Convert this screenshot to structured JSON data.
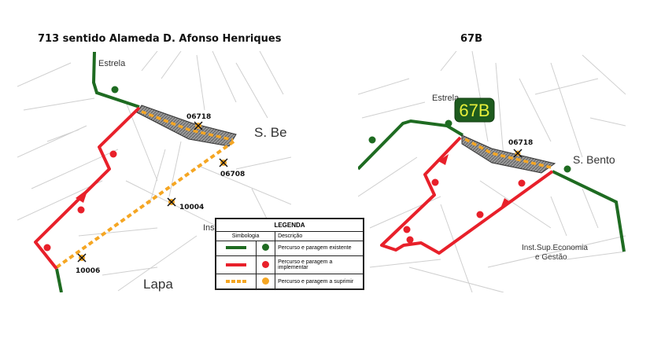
{
  "left_map": {
    "title": "713 sentido Alameda D. Afonso Henriques",
    "places": {
      "estrela": "Estrela",
      "s_bento": "S. Be",
      "lapa": "Lapa",
      "ins": "Ins"
    },
    "stops_removed": [
      "06718",
      "06708",
      "10004",
      "10006"
    ]
  },
  "right_map": {
    "title": "67B",
    "route_badge": "67B",
    "places": {
      "estrela": "Estrela",
      "s_bento": "S. Bento",
      "inst_line1": "Inst.Sup.Economia",
      "inst_line2": "e Gestão"
    },
    "stops_removed": [
      "06718"
    ]
  },
  "legend": {
    "title": "LEGENDA",
    "col_symbol": "Simbologia",
    "col_desc": "Descrição",
    "rows": [
      {
        "label": "Percurso e paragem existente",
        "color": "#1e6b21"
      },
      {
        "label": "Percurso e paragem a implementar",
        "color": "#e8202a"
      },
      {
        "label": "Percurso e paragem a suprimir",
        "color": "#f5a623"
      }
    ]
  }
}
